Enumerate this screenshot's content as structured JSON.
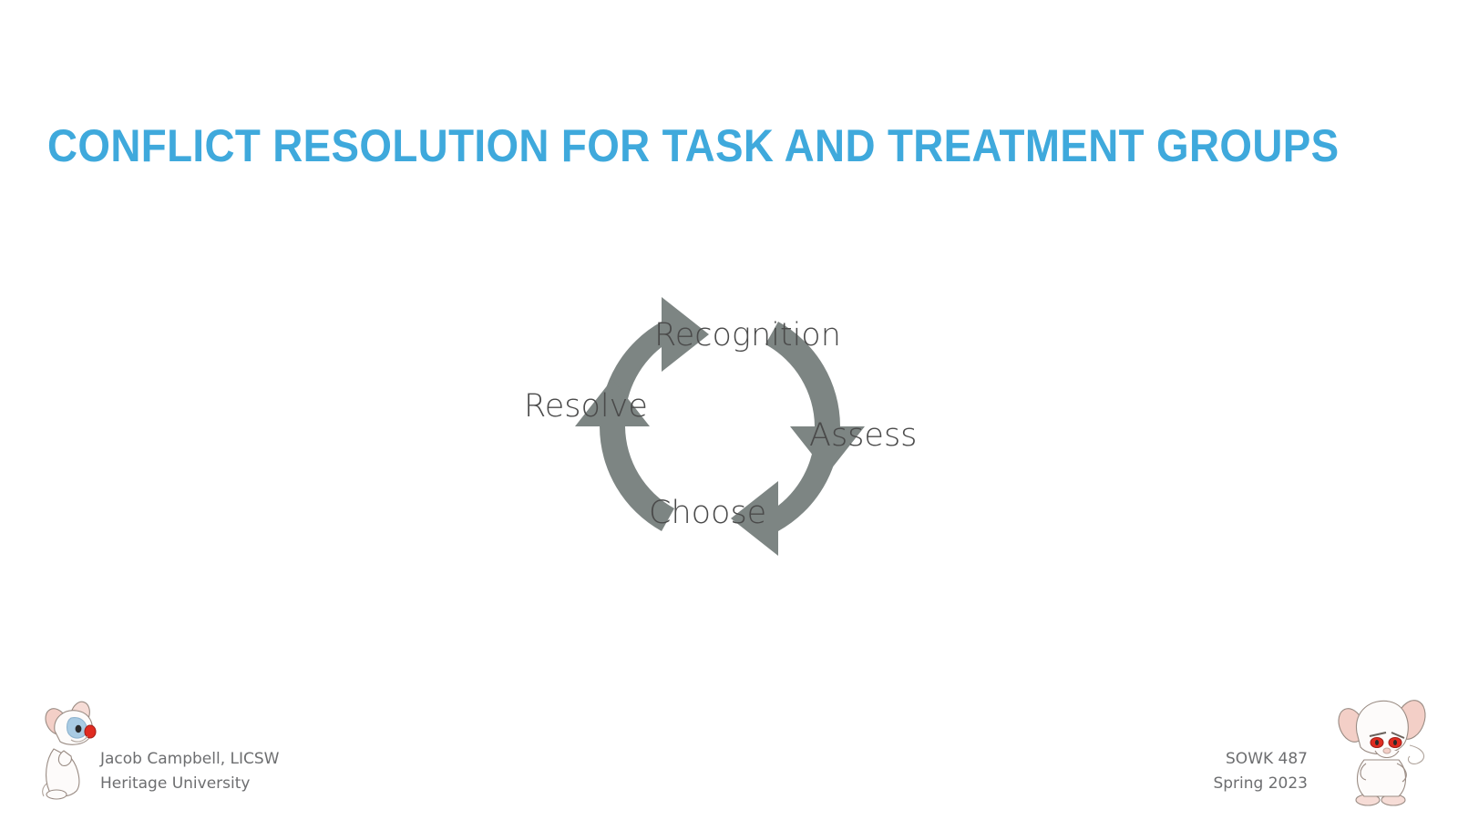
{
  "slide": {
    "title": "Conflict Resolution for Task and Treatment Groups",
    "background_color": "#FFFFFF",
    "title_color": "#3FA9DC"
  },
  "diagram": {
    "name": "conflict-resolution-cycle",
    "type": "cycle",
    "direction": "clockwise",
    "arrow_color": "#7D8583",
    "label_color": "#4A4A4A",
    "steps": [
      {
        "id": "recognition",
        "label": "Recognition",
        "position": "top"
      },
      {
        "id": "assess",
        "label": "Assess",
        "position": "right"
      },
      {
        "id": "choose",
        "label": "Choose",
        "position": "bottom"
      },
      {
        "id": "resolve",
        "label": "Resolve",
        "position": "left"
      }
    ],
    "arrows": [
      {
        "id": "arrow-resolve-to-recognition",
        "from": "Resolve",
        "to": "Recognition",
        "quadrant": "top-left",
        "points": "right"
      },
      {
        "id": "arrow-recognition-to-assess",
        "from": "Recognition",
        "to": "Assess",
        "quadrant": "top-right",
        "points": "down"
      },
      {
        "id": "arrow-assess-to-choose",
        "from": "Assess",
        "to": "Choose",
        "quadrant": "bottom-right",
        "points": "left"
      },
      {
        "id": "arrow-choose-to-resolve",
        "from": "Choose",
        "to": "Resolve",
        "quadrant": "bottom-left",
        "points": "up"
      }
    ]
  },
  "footer": {
    "left": {
      "presenter": "Jacob Campbell, LICSW",
      "institution": "Heritage University"
    },
    "right": {
      "course": "SOWK 487",
      "term": "Spring 2023"
    },
    "text_color": "#6D6E70"
  },
  "logos": {
    "left": {
      "name": "pinky-mouse-logo",
      "alt": "Cartoon white mouse with pink ears and red nose"
    },
    "right": {
      "name": "brain-mouse-logo",
      "alt": "Cartoon white mouse with large head and red eyes"
    }
  }
}
